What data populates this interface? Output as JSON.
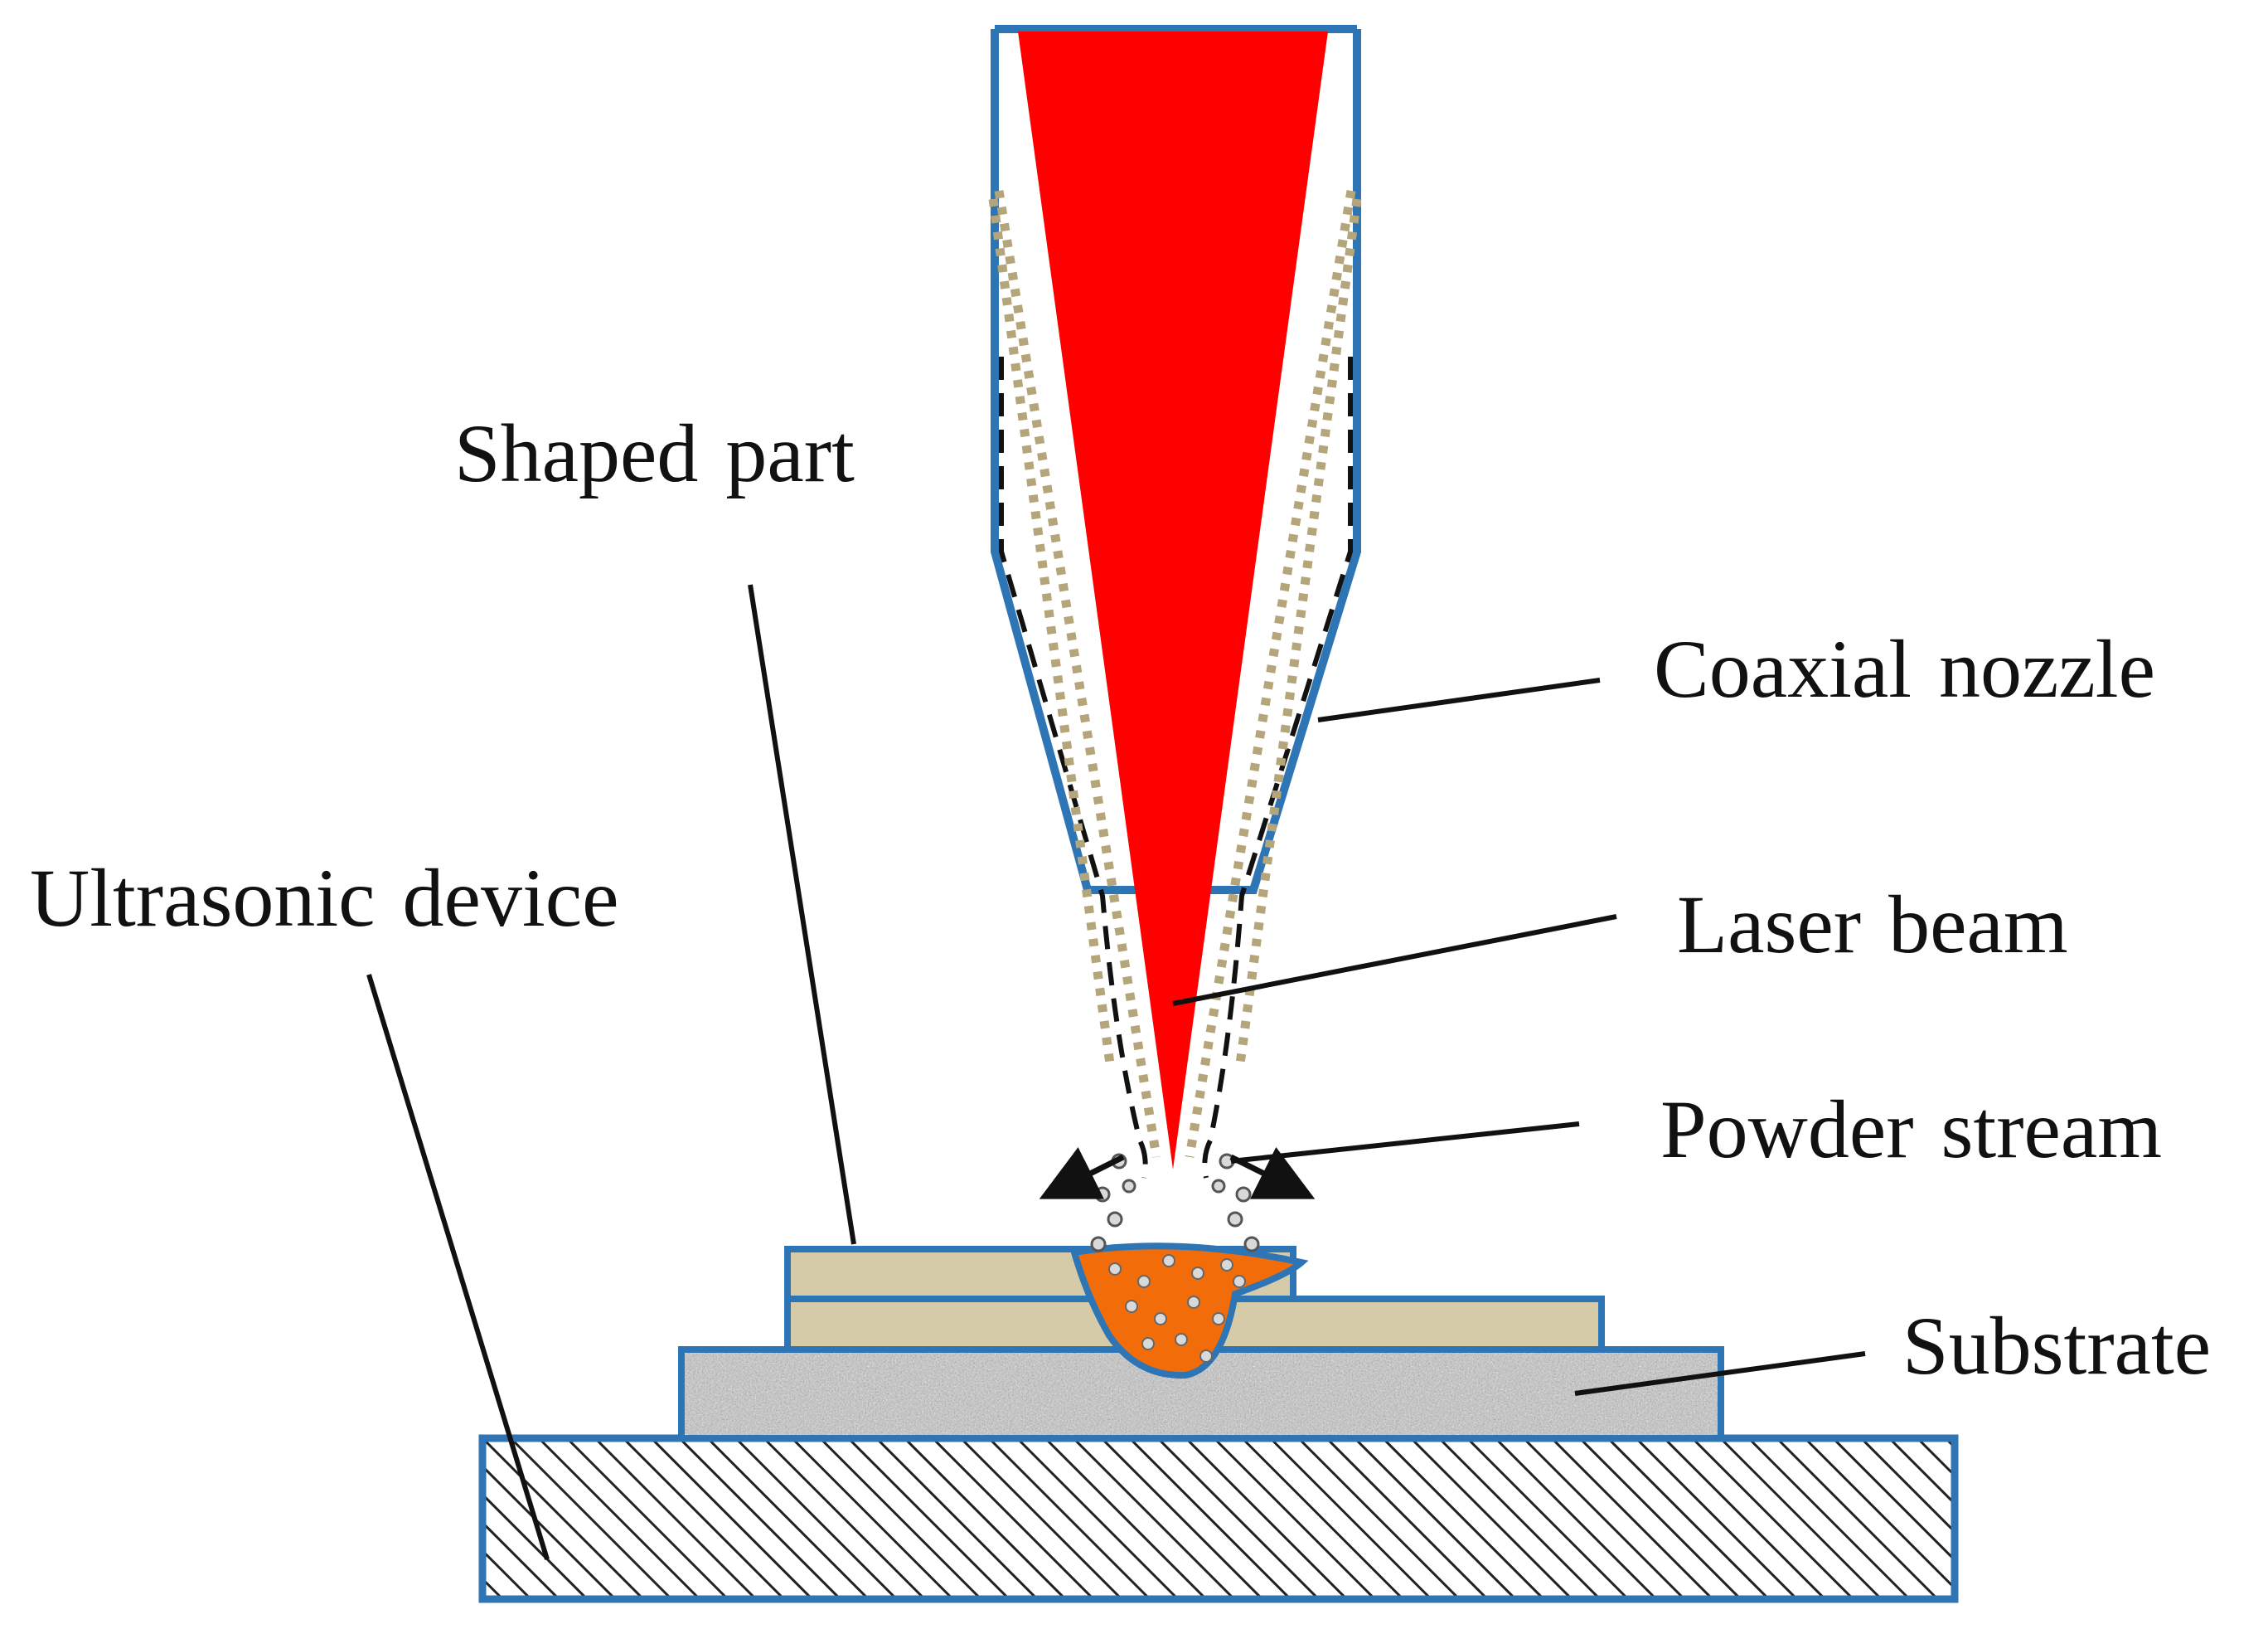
{
  "labels": {
    "shaped_part": "Shaped part",
    "coaxial_nozzle": "Coaxial nozzle",
    "ultrasonic_device": "Ultrasonic device",
    "laser_beam": "Laser beam",
    "powder_stream": "Powder stream",
    "substrate": "Substrate"
  },
  "colors": {
    "outline_blue": "#2e75b6",
    "laser_red": "#ff0000",
    "melt_pool_orange": "#f26d0a",
    "layer_tan": "#d6cba9",
    "powder_dots": "#b5a57a",
    "substrate_gray": "#b8b8b8",
    "hatch_black": "#222222"
  }
}
